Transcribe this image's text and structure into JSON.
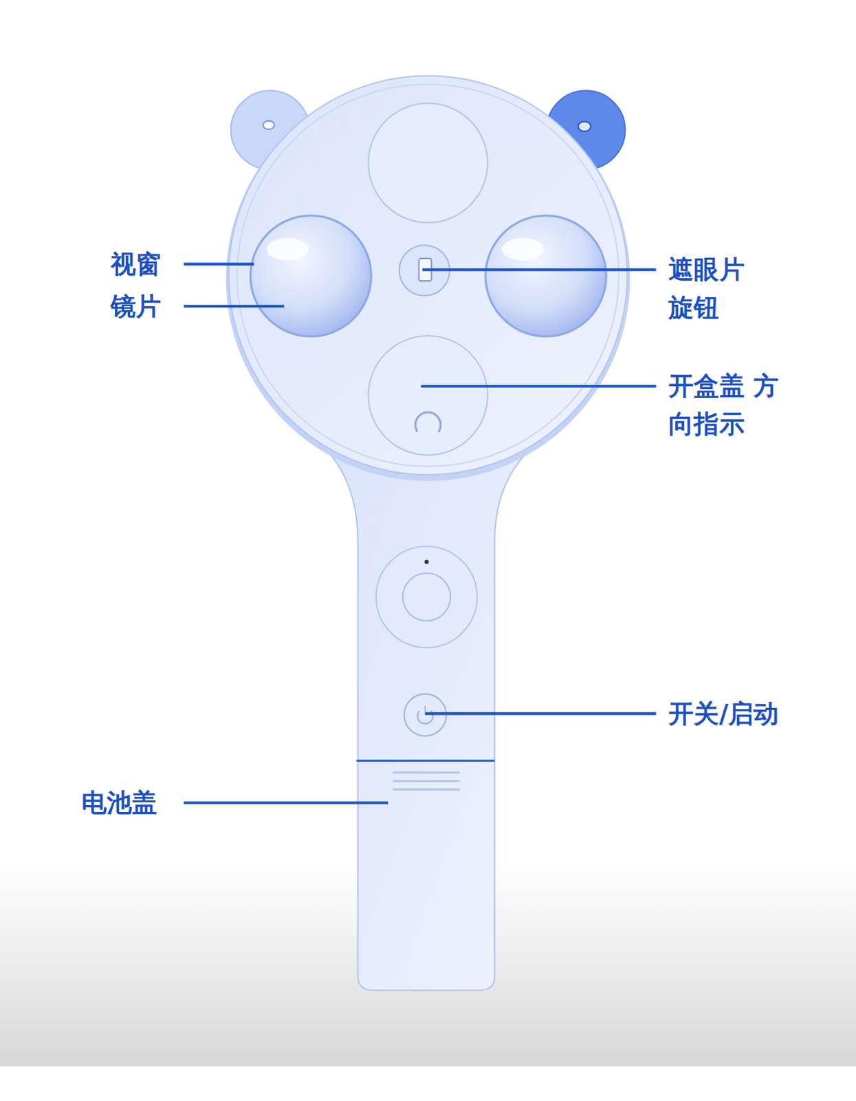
{
  "diagram": {
    "labels": [
      "视窗",
      "镜片",
      "遮眼片 旋钮",
      "开盒盖 方向指示",
      "开关/启动",
      "电池盖"
    ]
  }
}
